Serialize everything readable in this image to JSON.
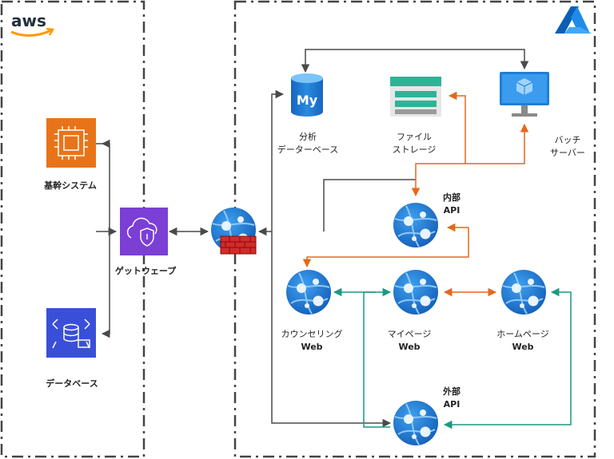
{
  "aws_logo": "aws",
  "azure_logo_icon": "azure-a-icon",
  "colors": {
    "gray_line": "#4a4a4a",
    "orange_line": "#e8661b",
    "teal_line": "#1a9980",
    "aws_compute": "#e8741a",
    "aws_security": "#7b3fd6",
    "aws_database": "#3a4fd8",
    "azure_blue": "#1f7fd6",
    "firewall_red": "#d42a2a"
  },
  "nodes": {
    "core_system": {
      "label": "基幹システム",
      "icon": "ec2-chip-icon"
    },
    "database": {
      "label": "データベース",
      "icon": "aws-database-icon"
    },
    "gateway": {
      "label": "ゲットウェープ",
      "icon": "cloud-shield-icon"
    },
    "firewall": {
      "icon": "firewall-icon"
    },
    "analytics_db": {
      "label_line1": "分析",
      "label_line2": "データーベース",
      "icon": "mysql-database-icon",
      "icon_text": "My"
    },
    "file_storage": {
      "label_line1": "ファイル",
      "label_line2": "ストレージ",
      "icon": "storage-account-icon"
    },
    "batch_server": {
      "label_line1": "バッチ",
      "label_line2": "サーバー",
      "icon": "virtual-machine-icon"
    },
    "internal_api": {
      "label_line1": "内部",
      "label_line2": "API",
      "icon": "app-service-icon"
    },
    "counseling_web": {
      "label_line1": "カウンセリング",
      "label_line2": "Web",
      "icon": "app-service-icon"
    },
    "mypage_web": {
      "label_line1": "マイページ",
      "label_line2": "Web",
      "icon": "app-service-icon"
    },
    "home_web": {
      "label_line1": "ホームページ",
      "label_line2": "Web",
      "icon": "app-service-icon"
    },
    "external_api": {
      "label_line1": "外部",
      "label_line2": "API",
      "icon": "app-service-icon"
    }
  }
}
